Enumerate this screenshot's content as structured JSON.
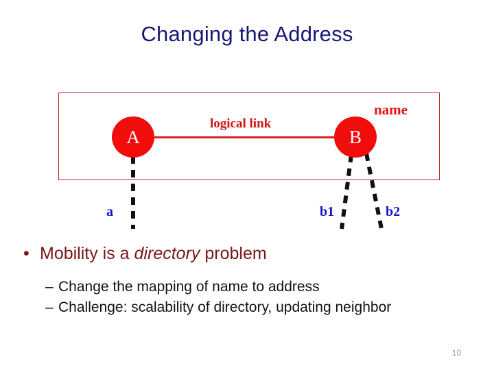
{
  "slide": {
    "title": "Changing the Address",
    "page_number": "10"
  },
  "diagram": {
    "nodes": [
      {
        "id": "a",
        "label": "A"
      },
      {
        "id": "b",
        "label": "B"
      }
    ],
    "link_label": "logical link",
    "name_label": "name",
    "address_labels": [
      {
        "id": "a",
        "label": "a"
      },
      {
        "id": "b1",
        "label": "b1"
      },
      {
        "id": "b2",
        "label": "b2"
      }
    ],
    "colors": {
      "node_fill": "#f20d0d",
      "node_text": "#ffffff",
      "box_border": "#b32222",
      "link_line": "#d81f1f",
      "link_label": "#cc1414",
      "name_label": "#e01414",
      "address_label": "#1414cc",
      "dashed_line": "#111111"
    }
  },
  "bullets": {
    "level1": {
      "marker": "•",
      "text_before": "Mobility is a ",
      "emphasis": "directory",
      "text_after": " problem"
    },
    "level2": [
      {
        "marker": "–",
        "text": "Change the mapping of name to address"
      },
      {
        "marker": "–",
        "text": "Challenge: scalability of directory, updating neighbor"
      }
    ]
  },
  "colors": {
    "title": "#171775",
    "level1_text": "#7a1618",
    "level2_text": "#111111",
    "page_number": "#9a9a9a",
    "background": "#ffffff"
  }
}
